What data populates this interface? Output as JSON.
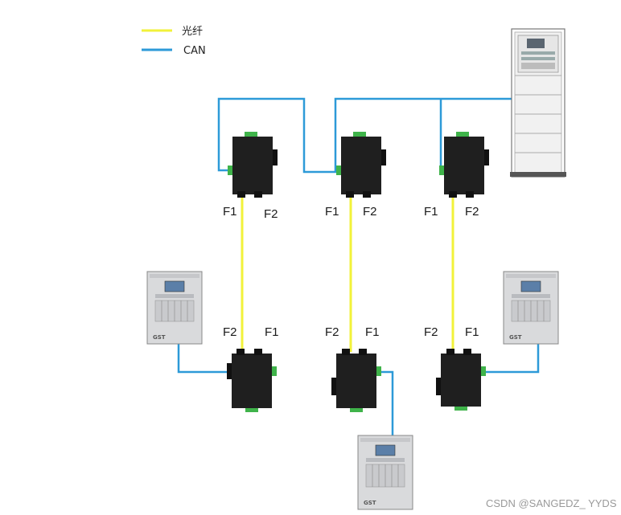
{
  "legend": {
    "fiber_label": "光纤",
    "can_label": "CAN"
  },
  "colors": {
    "fiber": "#f2f23a",
    "can": "#2d9ad8",
    "converter_body": "#1f1f1f",
    "connector_green": "#3fb34a",
    "panel_body": "#d9dadc"
  },
  "top_converters": [
    {
      "id": "top-1",
      "port_left": "F1",
      "port_right": "F2"
    },
    {
      "id": "top-2",
      "port_left": "F1",
      "port_right": "F2"
    },
    {
      "id": "top-3",
      "port_left": "F1",
      "port_right": "F2"
    }
  ],
  "bottom_converters": [
    {
      "id": "bottom-1",
      "port_left": "F2",
      "port_right": "F1"
    },
    {
      "id": "bottom-2",
      "port_left": "F2",
      "port_right": "F1"
    },
    {
      "id": "bottom-3",
      "port_left": "F2",
      "port_right": "F1"
    }
  ],
  "panel_brand": "GST",
  "watermark": "CSDN @SANGEDZ_ YYDS"
}
